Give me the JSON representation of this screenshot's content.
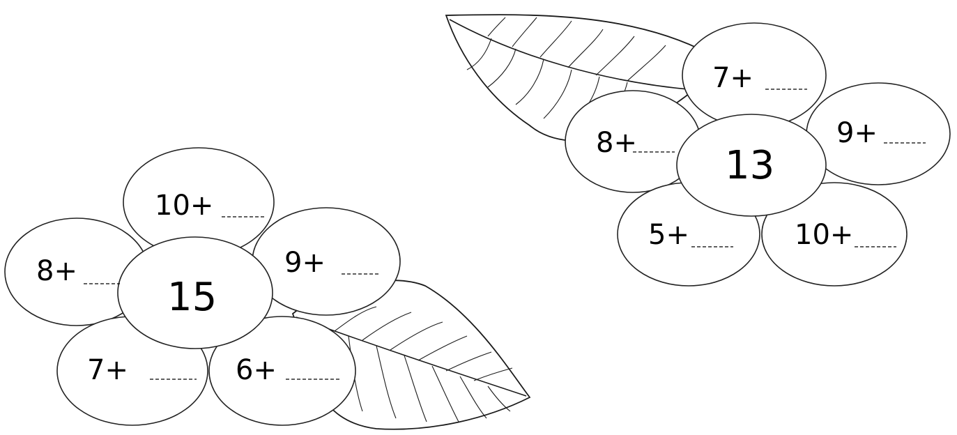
{
  "flower_left": {
    "center_number": "15",
    "petals": [
      {
        "label": "10+"
      },
      {
        "label": "8+"
      },
      {
        "label": "9+"
      },
      {
        "label": "7+"
      },
      {
        "label": "6+"
      }
    ]
  },
  "flower_right": {
    "center_number": "13",
    "petals": [
      {
        "label": "7+"
      },
      {
        "label": "8+"
      },
      {
        "label": "9+"
      },
      {
        "label": "5+"
      },
      {
        "label": "10+"
      }
    ]
  }
}
